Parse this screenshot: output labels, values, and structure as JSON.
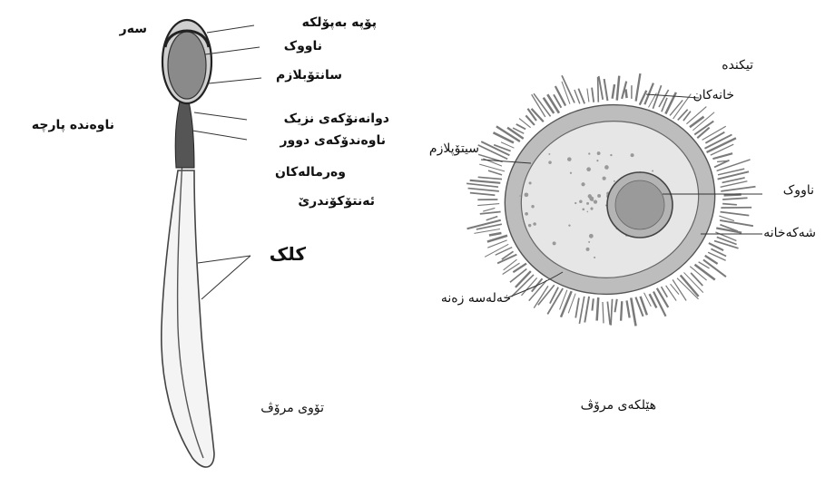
{
  "sperm": {
    "caption": "تۆوی مرۆڤ",
    "labels": {
      "head": "سەر",
      "middle_part": "ناوەندە پارچە",
      "cap": "پۆپە بەپۆلکە",
      "nucleus": "ناووک",
      "acrosome": "سانتۆبلازم",
      "near_centriole": "دوانەنۆکەی نزیک",
      "far_centriole": "ناوەندۆکەی دوور",
      "spiral": "وەرمالەکان",
      "mitochondria": "ئەنتۆکۆندرێ",
      "tail": "کلک"
    }
  },
  "ovum": {
    "caption": "هێلکەی مرۆڤ",
    "labels": {
      "corona": "تیکندە",
      "cells": "خانەکان",
      "cytoplasm": "سیتۆپلازم",
      "nucleus": "ناووک",
      "membrane": "شەکەخانە",
      "zona": "خەلەسە زەنە"
    }
  },
  "colors": {
    "ink": "#222222",
    "line": "#333333",
    "ovum_fill": "#d8d8d8",
    "nucleus_fill": "#9a9a9a"
  }
}
